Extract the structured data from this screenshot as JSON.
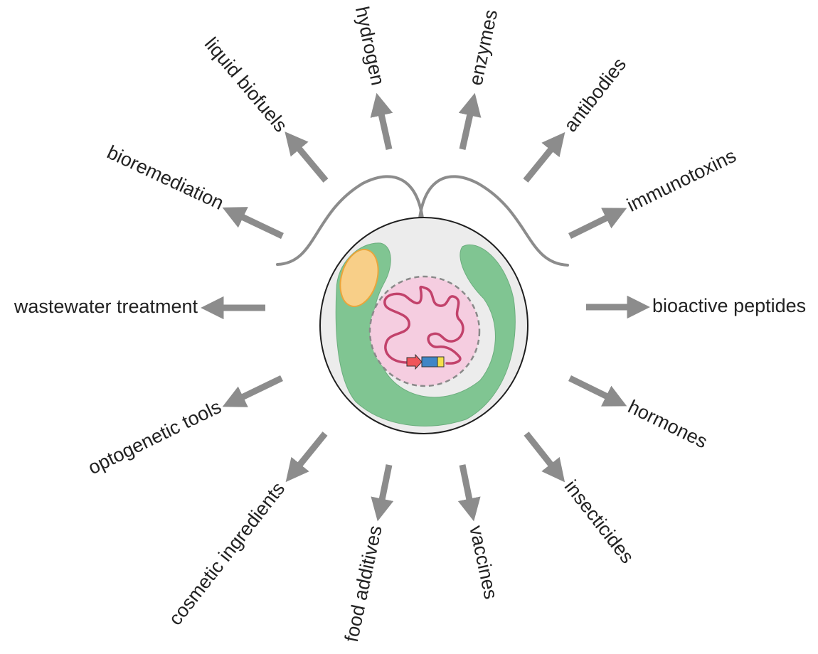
{
  "colors": {
    "arrow": "#8c8c8c",
    "flagella": "#8c8c8c",
    "cell_fill": "#ececec",
    "cell_stroke": "#1f1f1f",
    "chloroplast": "#80c592",
    "eyespot_fill": "#f8cf88",
    "eyespot_stroke": "#eaa53a",
    "nucleus_fill": "#f5cde0",
    "nucleus_stroke": "#8a8a8a",
    "dna": "#c2426b",
    "gene_promoter": "#f0545a",
    "gene_coding": "#3f86c6",
    "gene_terminator": "#f4e04a"
  },
  "products": [
    {
      "id": "hydrogen",
      "label": "hydrogen"
    },
    {
      "id": "enzymes",
      "label": "enzymes"
    },
    {
      "id": "liquid-biofuels",
      "label": "liquid biofuels"
    },
    {
      "id": "antibodies",
      "label": "antibodies"
    },
    {
      "id": "bioremediation",
      "label": "bioremediation"
    },
    {
      "id": "immunotoxins",
      "label": "immunotoxins"
    },
    {
      "id": "wastewater-treatment",
      "label": "wastewater treatment"
    },
    {
      "id": "bioactive-peptides",
      "label": "bioactive peptides"
    },
    {
      "id": "optogenetic-tools",
      "label": "optogenetic tools"
    },
    {
      "id": "hormones",
      "label": "hormones"
    },
    {
      "id": "cosmetic-ingredients",
      "label": "cosmetic ingredients"
    },
    {
      "id": "insecticides",
      "label": "insecticides"
    },
    {
      "id": "food-additives",
      "label": "food additives"
    },
    {
      "id": "vaccines",
      "label": "vaccines"
    }
  ]
}
